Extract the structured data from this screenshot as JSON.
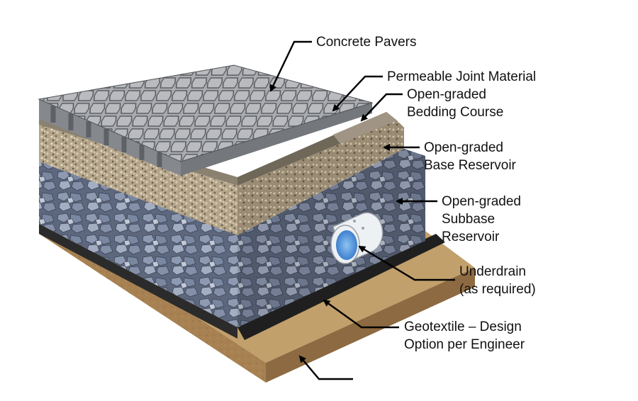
{
  "labels": {
    "concrete_pavers": "Concrete Pavers",
    "permeable_joint": "Permeable Joint Material",
    "bedding_1": "Open-graded",
    "bedding_2": "Bedding Course",
    "base_1": "Open-graded",
    "base_2": "Base Reservoir",
    "subbase_1": "Open-graded",
    "subbase_2": "Subbase",
    "subbase_3": "Reservoir",
    "underdrain_1": "Underdrain",
    "underdrain_2": "(as required)",
    "geotextile_1": "Geotextile – Design",
    "geotextile_2": "Option per Engineer"
  },
  "colors": {
    "paver_top": "#a9abae",
    "paver_front": "#85888c",
    "joint_strip": "#5e6166",
    "bedding": "#8b8170",
    "base_front": "#b3a48a",
    "base_side": "#9a8c74",
    "stone_front": "#69748a",
    "stone_side": "#5c6780",
    "geotextile": "#2b2b2b",
    "soil_top": "#c2a06c",
    "soil_front": "#a78152",
    "soil_side": "#8d6a41",
    "pipe": "#eef1f4",
    "water": "#5aa0e0"
  }
}
